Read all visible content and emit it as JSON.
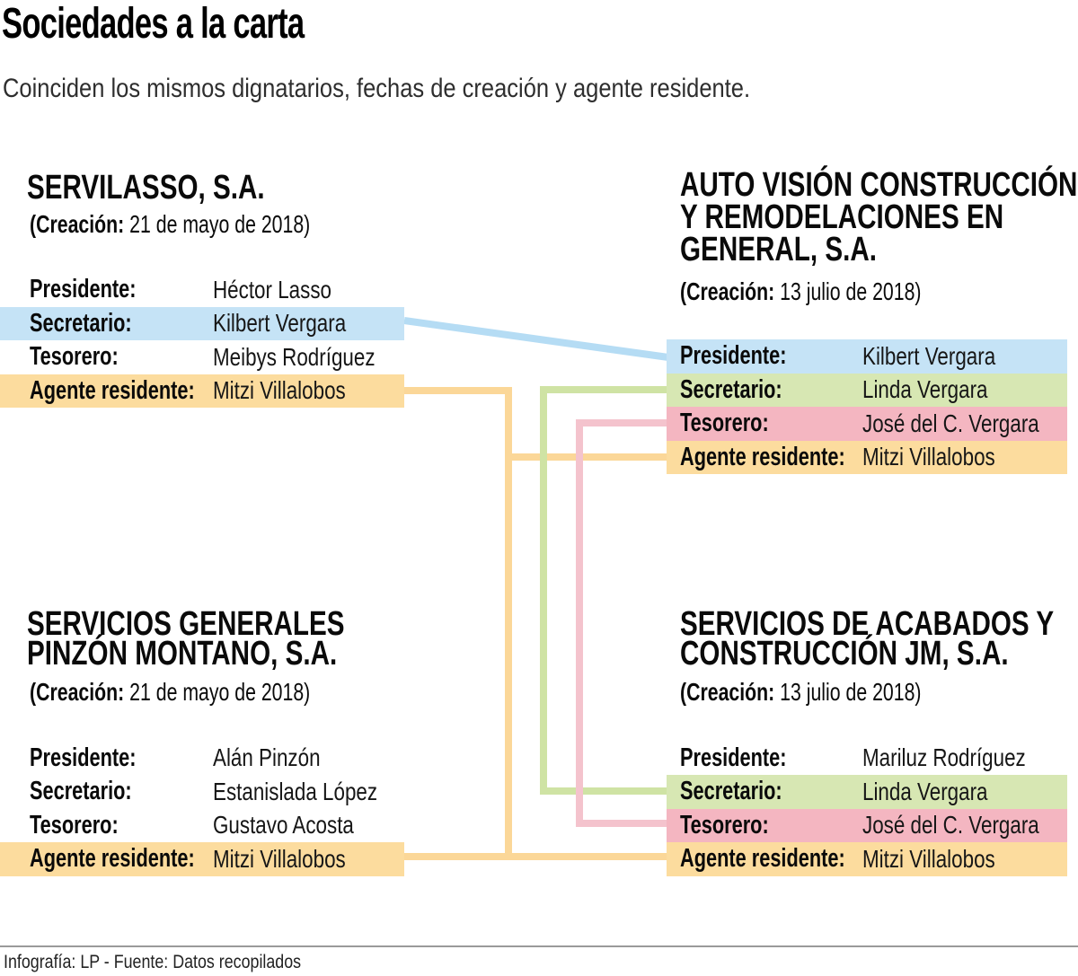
{
  "header": {
    "title": "Sociedades a la carta",
    "subtitle": "Coinciden los mismos dignatarios, fechas de creación y agente residente."
  },
  "colors": {
    "highlight_blue": "#c5e3f6",
    "highlight_green": "#d7e7b3",
    "highlight_pink": "#f4b6c1",
    "highlight_yellow": "#fcdc9e",
    "line_blue": "#b5dcf4",
    "line_green": "#cfe3a4",
    "line_pink": "#f4c3cd",
    "line_yellow": "#fbd798"
  },
  "matched_people": [
    {
      "person": "Kilbert Vergara",
      "color": "#c5e3f6"
    },
    {
      "person": "Linda Vergara",
      "color": "#d7e7b3"
    },
    {
      "person": "José del C. Vergara",
      "color": "#f4b6c1"
    },
    {
      "person": "Mitzi Villalobos",
      "color": "#fcdc9e"
    }
  ],
  "companies": [
    {
      "name_lines": [
        "SERVILASSO, S.A."
      ],
      "creation_bold": "(Creación:",
      "creation_rest": " 21 de mayo de 2018)",
      "officers": [
        {
          "role": "Presidente:",
          "name": "Héctor Lasso",
          "highlight": null
        },
        {
          "role": "Secretario:",
          "name": "Kilbert Vergara",
          "highlight": "blue"
        },
        {
          "role": "Tesorero:",
          "name": "Meibys Rodríguez",
          "highlight": null
        },
        {
          "role": "Agente residente:",
          "name": "Mitzi Villalobos",
          "highlight": "yellow"
        }
      ]
    },
    {
      "name_lines": [
        "AUTO VISIÓN CONSTRUCCIÓN",
        "Y REMODELACIONES EN",
        "GENERAL, S.A."
      ],
      "creation_bold": "(Creación:",
      "creation_rest": " 13 julio de 2018)",
      "officers": [
        {
          "role": "Presidente:",
          "name": "Kilbert Vergara",
          "highlight": "blue"
        },
        {
          "role": "Secretario:",
          "name": "Linda Vergara",
          "highlight": "green"
        },
        {
          "role": "Tesorero:",
          "name": "José del C. Vergara",
          "highlight": "pink"
        },
        {
          "role": "Agente residente:",
          "name": "Mitzi Villalobos",
          "highlight": "yellow"
        }
      ]
    },
    {
      "name_lines": [
        "SERVICIOS GENERALES",
        "PINZÓN MONTANO, S.A."
      ],
      "creation_bold": "(Creación:",
      "creation_rest": " 21 de mayo de 2018)",
      "officers": [
        {
          "role": "Presidente:",
          "name": "Alán Pinzón",
          "highlight": null
        },
        {
          "role": "Secretario:",
          "name": "Estanislada López",
          "highlight": null
        },
        {
          "role": "Tesorero:",
          "name": "Gustavo Acosta",
          "highlight": null
        },
        {
          "role": "Agente residente:",
          "name": "Mitzi Villalobos",
          "highlight": "yellow"
        }
      ]
    },
    {
      "name_lines": [
        "SERVICIOS DE ACABADOS Y",
        "CONSTRUCCIÓN JM, S.A."
      ],
      "creation_bold": "(Creación:",
      "creation_rest": " 13 julio de 2018)",
      "officers": [
        {
          "role": "Presidente:",
          "name": "Mariluz Rodríguez",
          "highlight": null
        },
        {
          "role": "Secretario:",
          "name": "Linda Vergara",
          "highlight": "green"
        },
        {
          "role": "Tesorero:",
          "name": "José del C. Vergara",
          "highlight": "pink"
        },
        {
          "role": "Agente residente:",
          "name": "Mitzi Villalobos",
          "highlight": "yellow"
        }
      ]
    }
  ],
  "footer": {
    "credit": "Infografía: LP - Fuente: Datos recopilados"
  }
}
